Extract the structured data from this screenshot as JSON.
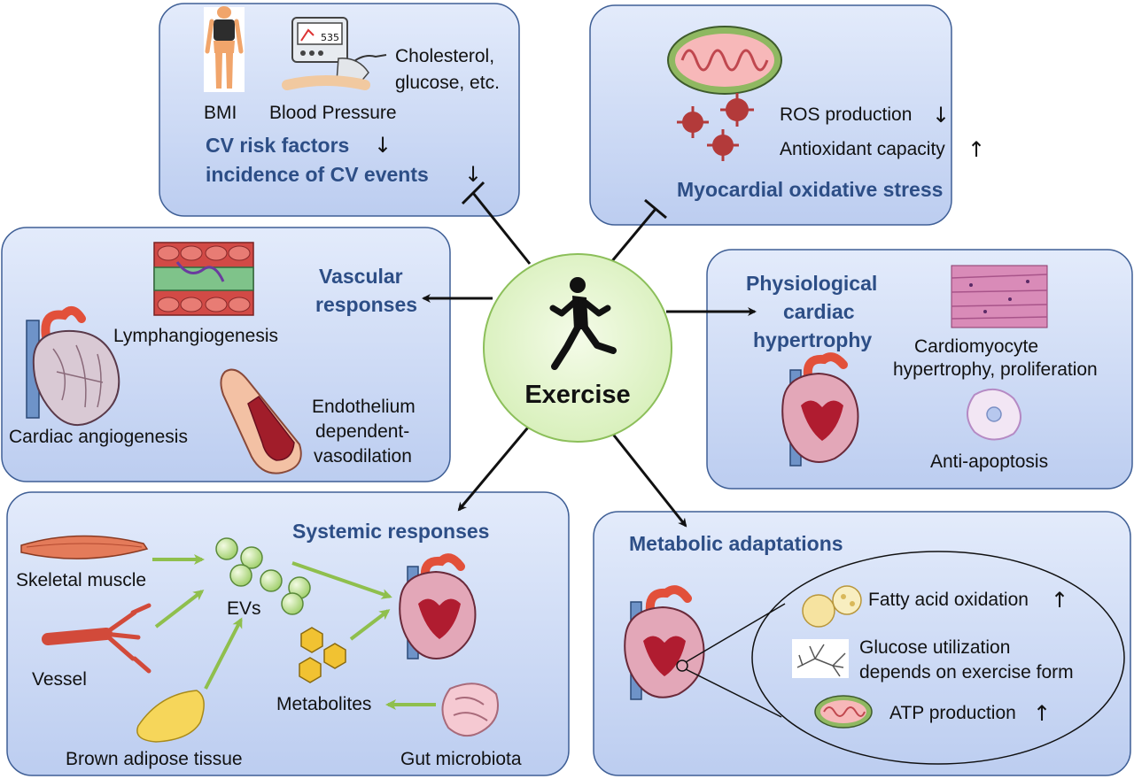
{
  "center": {
    "label": "Exercise"
  },
  "colors": {
    "box_fill": "#cfdcf6",
    "box_stroke": "#3f5f96",
    "title": "#2d4e86",
    "center_fill": "#e2f5c8",
    "center_stroke": "#8cbf5a",
    "green_arrow": "#8fbf4d"
  },
  "cv_risk": {
    "bmi": "BMI",
    "blood_pressure": "Blood Pressure",
    "cholesterol_line1": "Cholesterol,",
    "cholesterol_line2": "glucose, etc.",
    "title_line1": "CV risk factors",
    "title_line2": "incidence of CV events",
    "down": "↓"
  },
  "oxidative": {
    "ros": "ROS production",
    "antioxidant": "Antioxidant capacity",
    "title": "Myocardial oxidative stress",
    "down": "↓",
    "up": "↑"
  },
  "vascular": {
    "title_line1": "Vascular",
    "title_line2": "responses",
    "lymph": "Lymphangiogenesis",
    "angio": "Cardiac angiogenesis",
    "endo_line1": "Endothelium",
    "endo_line2": "dependent-",
    "endo_line3": "vasodilation"
  },
  "hypertrophy": {
    "title_line1": "Physiological",
    "title_line2": "cardiac",
    "title_line3": "hypertrophy",
    "cardio_line1": "Cardiomyocyte",
    "cardio_line2": "hypertrophy, proliferation",
    "anti": "Anti-apoptosis"
  },
  "systemic": {
    "title": "Systemic responses",
    "skeletal": "Skeletal muscle",
    "vessel": "Vessel",
    "brown": "Brown adipose tissue",
    "evs": "EVs",
    "metabolites": "Metabolites",
    "gut": "Gut microbiota"
  },
  "metabolic": {
    "title": "Metabolic adaptations",
    "fatty": "Fatty acid oxidation",
    "glucose_line1": "Glucose utilization",
    "glucose_line2": "depends on exercise form",
    "atp": "ATP production",
    "up": "↑"
  }
}
